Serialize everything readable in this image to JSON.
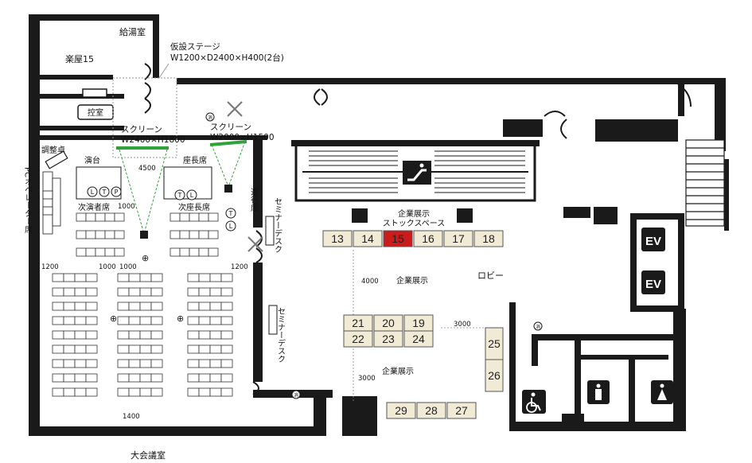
{
  "rooms": {
    "kyutoshitsu": "給湯室",
    "gakuya": "楽屋15",
    "hikaeshitsu": "控室",
    "daikaigishitsu": "大会議室",
    "lobby": "ロビー"
  },
  "stage": {
    "title": "仮設ステージ",
    "spec": "W1200×D2400×H400(2台)"
  },
  "screens": [
    {
      "label": "スクリーン",
      "size": "W2400×H1800"
    },
    {
      "label": "スクリーン",
      "size": "W2000×H1500"
    }
  ],
  "seats": {
    "chouseitaku": "調整卓",
    "pc_operator": "PCオペレーター席",
    "endai": "演台",
    "zachouseki": "座長席",
    "jienshaseki": "次演者席",
    "jizachouseki": "次座長席",
    "shinkouseki": "進行席"
  },
  "mic_letters": {
    "left": [
      "L",
      "T",
      "P"
    ],
    "center": [
      "T",
      "L"
    ],
    "right": [
      "T",
      "L"
    ]
  },
  "seminar_desks": [
    "セミナーデスク",
    "セミナーデスク"
  ],
  "booth_labels": {
    "stock": [
      "企業展示",
      "ストックスペース"
    ],
    "exhibit_1": "企業展示",
    "exhibit_2": "企業展示"
  },
  "booths": [
    {
      "num": "13",
      "highlight": false
    },
    {
      "num": "14",
      "highlight": false
    },
    {
      "num": "15",
      "highlight": true
    },
    {
      "num": "16",
      "highlight": false
    },
    {
      "num": "17",
      "highlight": false
    },
    {
      "num": "18",
      "highlight": false
    },
    {
      "num": "21",
      "highlight": false
    },
    {
      "num": "20",
      "highlight": false
    },
    {
      "num": "19",
      "highlight": false
    },
    {
      "num": "22",
      "highlight": false
    },
    {
      "num": "23",
      "highlight": false
    },
    {
      "num": "24",
      "highlight": false
    },
    {
      "num": "25",
      "highlight": false
    },
    {
      "num": "26",
      "highlight": false
    },
    {
      "num": "29",
      "highlight": false
    },
    {
      "num": "28",
      "highlight": false
    },
    {
      "num": "27",
      "highlight": false
    }
  ],
  "dimensions": {
    "d4500": "4500",
    "d1000a": "1000",
    "d1200a": "1200",
    "d1000b": "1000",
    "d1000c": "1000",
    "d1200b": "1200",
    "d1400": "1400",
    "d4000": "4000",
    "d3000a": "3000",
    "d3000b": "3000"
  },
  "icons": {
    "ev": "EV",
    "fire_mark": "消"
  },
  "colors": {
    "wall": "#1a1a1a",
    "booth_fill": "#f1ead5",
    "booth_highlight": "#cc1b1b",
    "screen_green": "#2fa33a",
    "dim_gray": "#888888"
  }
}
